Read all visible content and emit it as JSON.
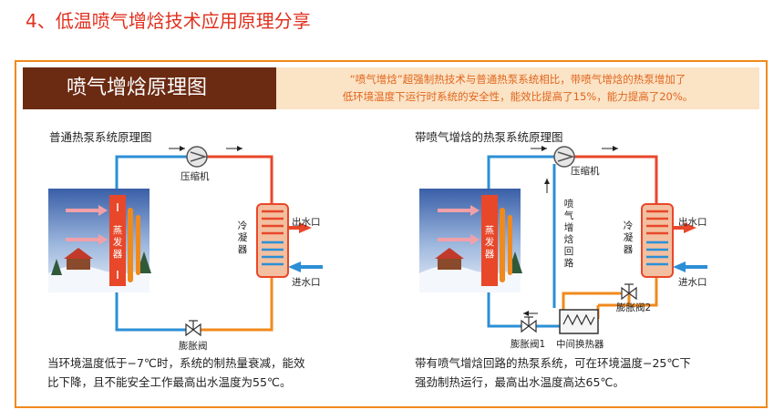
{
  "page": {
    "heading": "4、低温喷气增焓技术应用原理分享"
  },
  "banner": {
    "title": "喷气增焓原理图",
    "description_line1": "“喷气增焓”超强制热技术与普通热泵系统相比，带喷气增焓的热泵增加了",
    "description_line2": "低环境温度下运行时系统的安全性，能效比提高了15%，能力提高了20%。"
  },
  "left_panel": {
    "title": "普通热泵系统原理图",
    "compressor": "压缩机",
    "evaporator": "蒸发器",
    "condenser": "冷凝器",
    "water_out": "出水口",
    "water_in": "进水口",
    "expansion_valve": "膨胀阀",
    "caption_line1": "当环境温度低于−7℃时，系统的制热量衰减，能效",
    "caption_line2": "比下降，且不能安全工作最高出水温度为55℃。"
  },
  "right_panel": {
    "title": "带喷气增焓的热泵系统原理图",
    "compressor": "压缩机",
    "evaporator": "蒸发器",
    "condenser": "冷凝器",
    "injection_loop": "喷气增焓回路",
    "water_out": "出水口",
    "water_in": "进水口",
    "expansion_valve1": "膨胀阀1",
    "expansion_valve2": "膨胀阀2",
    "heat_exchanger": "中间换热器",
    "caption_line1": "带有喷气增焓回路的热泵系统，可在环境温度−25℃下",
    "caption_line2": "强劲制热运行，最高出水温度高达65℃。"
  },
  "colors": {
    "hot_pipe": "#e8472a",
    "warm_pipe": "#f08a1c",
    "cold_pipe": "#2c8fd6",
    "frame": "#f08a1c",
    "banner_dark": "#6b2a12",
    "banner_light": "#fbe3c6"
  }
}
